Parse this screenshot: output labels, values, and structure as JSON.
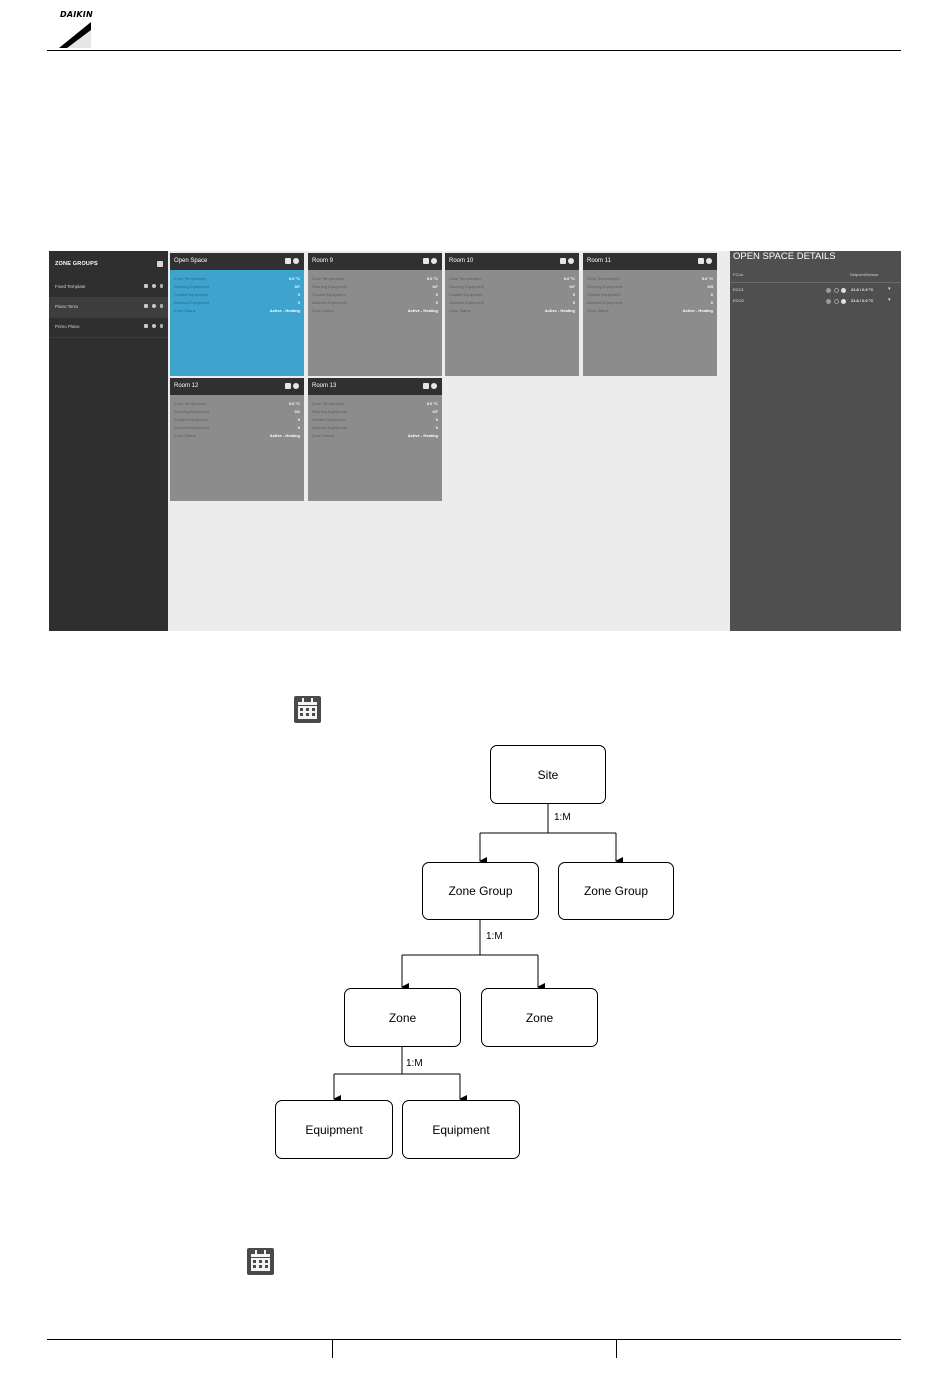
{
  "brand": {
    "name": "DAIKIN"
  },
  "app": {
    "sidebar": {
      "title": "ZONE GROUPS",
      "items": [
        {
          "label": "Fixed Template"
        },
        {
          "label": "Piano Terra"
        },
        {
          "label": "Primo Piano"
        }
      ]
    },
    "row_labels": [
      "Zone Temperature",
      "Running Equipment",
      "Faulted Equipment",
      "Alarmed Equipment",
      "Zone Status"
    ],
    "cards": [
      {
        "title": "Open Space",
        "values": [
          "0.0 °C",
          "0/7",
          "0",
          "0",
          "Active - Heating"
        ]
      },
      {
        "title": "Room 9",
        "values": [
          "0.0 °C",
          "0/7",
          "0",
          "0",
          "Active - Heating"
        ]
      },
      {
        "title": "Room 10",
        "values": [
          "0.0 °C",
          "0/7",
          "0",
          "0",
          "Active - Heating"
        ]
      },
      {
        "title": "Room 11",
        "values": [
          "0.0 °C",
          "0/3",
          "0",
          "0",
          "Active - Heating"
        ]
      },
      {
        "title": "Room 12",
        "values": [
          "0.0 °C",
          "0/1",
          "0",
          "0",
          "Active - Heating"
        ]
      },
      {
        "title": "Room 13",
        "values": [
          "0.0 °C",
          "0/7",
          "0",
          "0",
          "Active - Heating"
        ]
      }
    ],
    "details": {
      "title": "OPEN SPACE DETAILS",
      "col_left": "FCUs",
      "col_right": "Setpoint/Sensor",
      "rows": [
        {
          "name": "ECO1",
          "value": "21.8 / 0.0 °C"
        },
        {
          "name": "ECO2",
          "value": "21.8 / 0.0 °C"
        }
      ]
    }
  },
  "diagram": {
    "nodes": {
      "site": "Site",
      "zone_group_1": "Zone Group",
      "zone_group_2": "Zone Group",
      "zone_1": "Zone",
      "zone_2": "Zone",
      "equipment_1": "Equipment",
      "equipment_2": "Equipment"
    },
    "relations": {
      "site_zone_group": "1:M",
      "zone_group_zone": "1:M",
      "zone_equipment": "1:M"
    }
  },
  "icons": {
    "calendar": "calendar-icon",
    "gear": "gear-icon"
  }
}
